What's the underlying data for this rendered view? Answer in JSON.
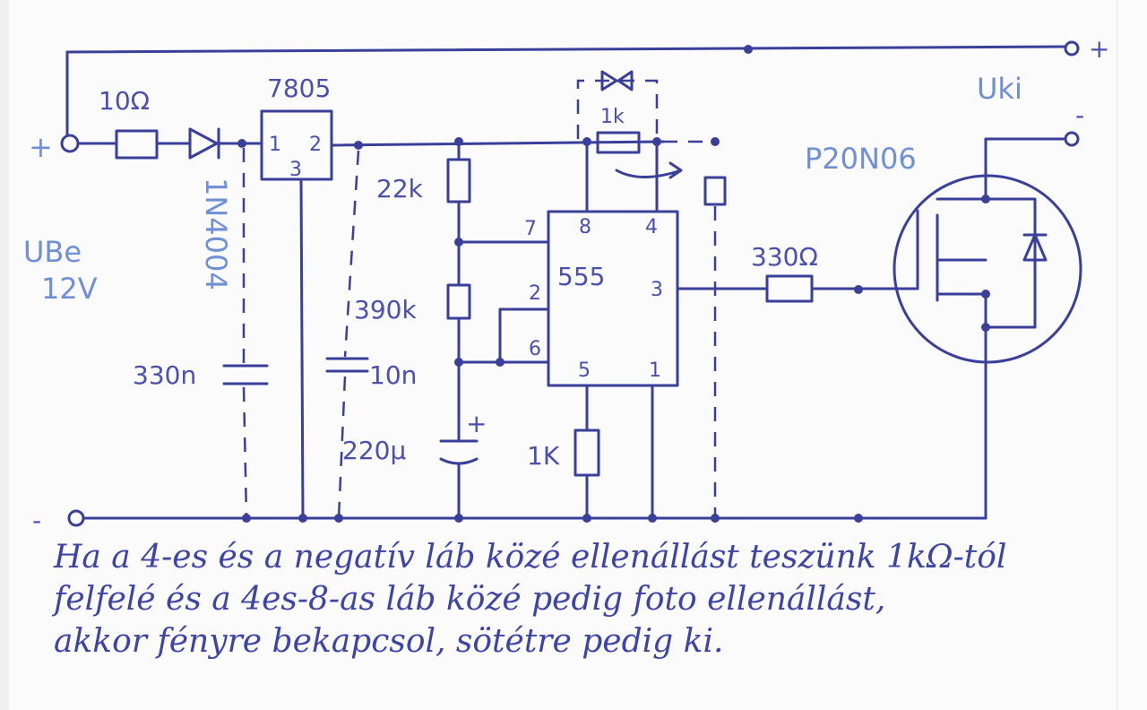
{
  "labels": {
    "r_input": "10Ω",
    "regulator": "7805",
    "reg_pin_in": "1",
    "reg_pin_out": "2",
    "reg_pin_gnd": "3",
    "diode": "1N4004",
    "input_plus": "+",
    "input_minus": "-",
    "input_voltage_1": "UBe",
    "input_voltage_2": "12V",
    "c_input": "330n",
    "c_output": "10n",
    "r_top": "22k",
    "r_mid": "390k",
    "c_timing": "220µ",
    "c_timing_plus": "+",
    "r_pot": "1k",
    "ic": "555",
    "pin8": "8",
    "pin4": "4",
    "pin7": "7",
    "pin2": "2",
    "pin6": "6",
    "pin3": "3",
    "pin5": "5",
    "pin1": "1",
    "r_pin5": "1K",
    "r_gate": "330Ω",
    "mosfet": "P20N06",
    "output": "Uki",
    "out_plus": "+",
    "out_minus": "-"
  },
  "note": {
    "line1": "Ha a 4-es és a negatív láb közé ellenállást teszünk 1kΩ-tól",
    "line2": "felfelé és a 4es-8-as láb közé pedig foto ellenállást,",
    "line3": "akkor fényre bekapcsol, sötétre pedig ki."
  },
  "colors": {
    "ink": "#3a3f9a",
    "paper": "#fbfbfb"
  }
}
